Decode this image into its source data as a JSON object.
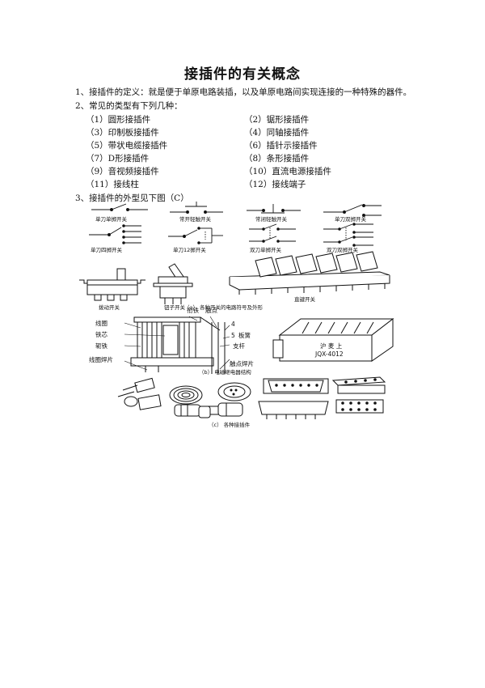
{
  "doc": {
    "title": "接插件的有关概念",
    "line1": "1、接插件的定义：就是便于单原电路装插，以及单原电路间实现连接的一种特殊的器件。",
    "line2": "2、常见的类型有下列几种：",
    "line3": "3、接插件的外型见下图（C）",
    "types": [
      "（1）圆形接插件",
      "（2）锯形接插件",
      "（3）印制板接插件",
      "（4）同轴接插件",
      "（5）带状电缆接插件",
      "（6）插针示接插件",
      "（7）D形接插件",
      "（8）条形接插件",
      "（9）音视频接插件",
      "（10）直流电源接插件",
      "（11）接线柱",
      "（12）接线端子"
    ]
  },
  "figure_a": {
    "switch_labels_row1": [
      "单刀单掷开关",
      "常开轻触开关",
      "常闭轻触开关",
      "单刀双掷开关"
    ],
    "switch_labels_row2": [
      "单刀四掷开关",
      "单刀12掷开关",
      "双刀单掷开关",
      "双刀双掷开关"
    ],
    "part_labels": [
      "拨动开关",
      "钮子开关",
      "直键开关"
    ],
    "caption": "（a） 各种开关的电路符号及外形"
  },
  "figure_b": {
    "labels": [
      "线圈",
      "铁芯",
      "衔铁",
      "触点",
      "4",
      "5",
      "板簧",
      "支杆",
      "触点焊片",
      "线圈焊片",
      "轭铁"
    ],
    "relay_marking": [
      "沪  麦  上",
      "JQX-4012"
    ],
    "caption": "（b） 电磁继电器结构"
  },
  "figure_c": {
    "caption": "（c） 各种接插件"
  }
}
